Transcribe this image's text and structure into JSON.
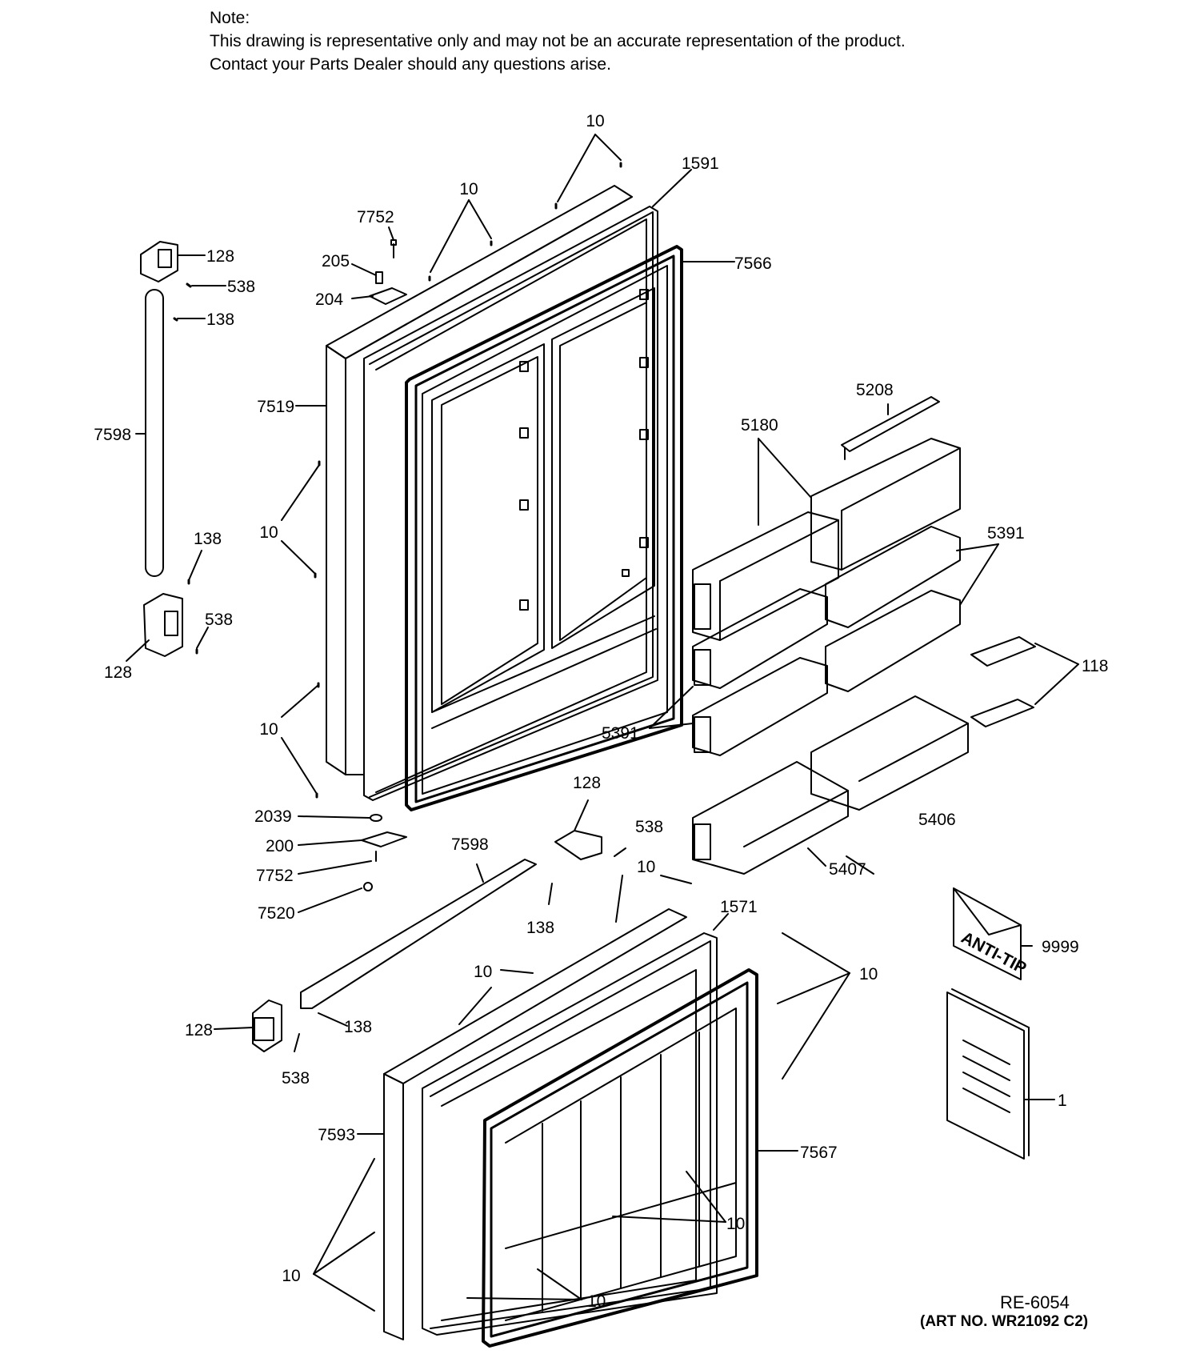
{
  "note": {
    "heading": "Note:",
    "line1": "This drawing is representative only and may not be an accurate representation of the product.",
    "line2": "Contact your Parts Dealer should any questions arise."
  },
  "callouts": {
    "c10_top": "10",
    "c1591": "1591",
    "c10_b": "10",
    "c7752_top": "7752",
    "c205": "205",
    "c204": "204",
    "c7566": "7566",
    "c128_a": "128",
    "c538_a": "538",
    "c138_a": "138",
    "c7519": "7519",
    "c7598_left": "7598",
    "c10_left_a": "10",
    "c138_b": "138",
    "c538_b": "538",
    "c128_b": "128",
    "c10_left_b": "10",
    "c5208": "5208",
    "c5180": "5180",
    "c5391_top": "5391",
    "c118": "118",
    "c5391_left": "5391",
    "c2039": "2039",
    "c200": "200",
    "c7752_bot": "7752",
    "c7520": "7520",
    "c7598_mid": "7598",
    "c128_c": "128",
    "c538_c": "538",
    "c10_mid": "10",
    "c138_c": "138",
    "c5407": "5407",
    "c5406": "5406",
    "c1571": "1571",
    "c10_right": "10",
    "c9999": "9999",
    "c10_d": "10",
    "c128_d": "128",
    "c538_d": "538",
    "c138_d": "138",
    "c7593": "7593",
    "c1": "1",
    "c7567": "7567",
    "c10_e": "10",
    "c10_left_c": "10",
    "c10_f": "10"
  },
  "envelope_text": "ANTI-TIP",
  "ref_code": "RE-6054",
  "art_no": "(ART NO. WR21092 C2)"
}
